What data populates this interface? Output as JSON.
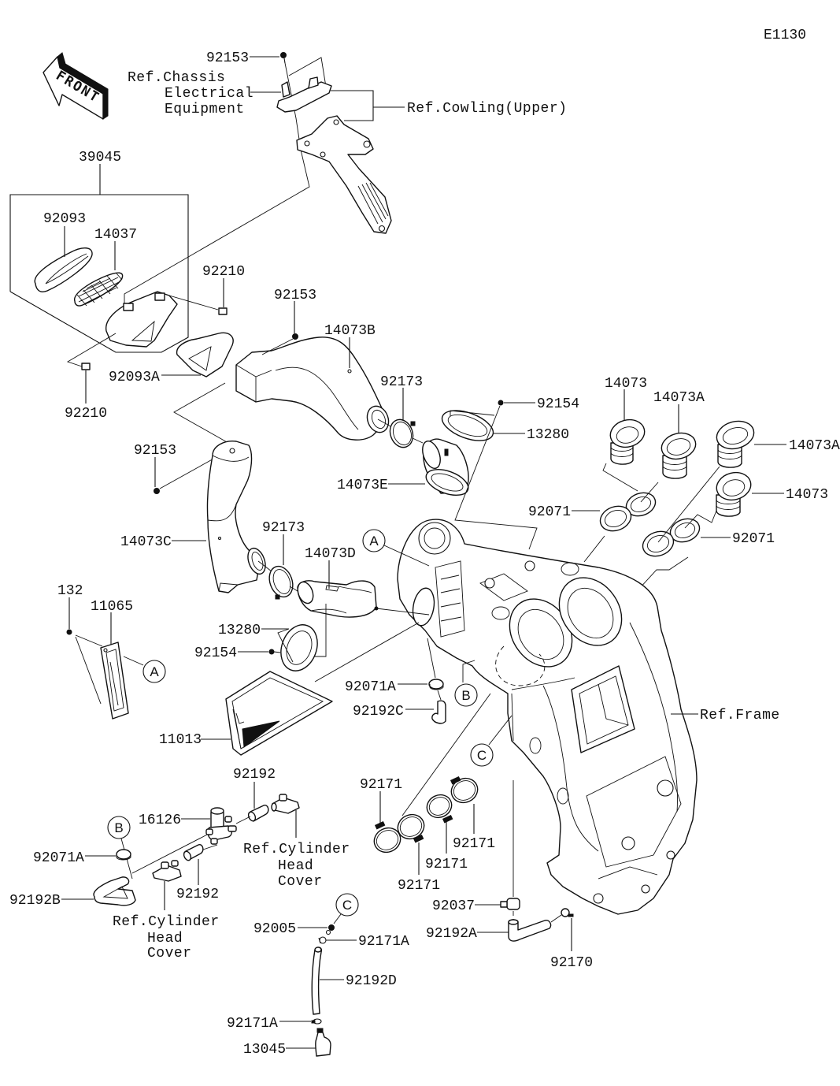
{
  "diagram": {
    "code": "E1130",
    "front_label": "FRONT",
    "refs": {
      "chassis_electrical": [
        "Ref.Chassis",
        "Electrical",
        "Equipment"
      ],
      "cowling_upper": "Ref.Cowling(Upper)",
      "frame": "Ref.Frame",
      "cylinder_head_cover_right": [
        "Ref.Cylinder",
        "Head",
        "Cover"
      ],
      "cylinder_head_cover_left": [
        "Ref.Cylinder",
        "Head",
        "Cover"
      ]
    },
    "markers": [
      "A",
      "A",
      "B",
      "B",
      "C",
      "C"
    ],
    "callouts": [
      "92153",
      "39045",
      "92093",
      "14037",
      "92210",
      "92153",
      "14073B",
      "92093A",
      "92210",
      "92173",
      "92154",
      "13280",
      "14073E",
      "14073",
      "14073A",
      "14073A",
      "14073",
      "92071",
      "92071",
      "92153",
      "14073C",
      "92173",
      "14073D",
      "132",
      "11065",
      "13280",
      "92154",
      "92071A",
      "92192C",
      "11013",
      "92192",
      "16126",
      "92071A",
      "92192",
      "92192B",
      "92171",
      "92171",
      "92171",
      "92171",
      "92037",
      "92192A",
      "92170",
      "92005",
      "92171A",
      "92192D",
      "92171A",
      "13045"
    ]
  }
}
